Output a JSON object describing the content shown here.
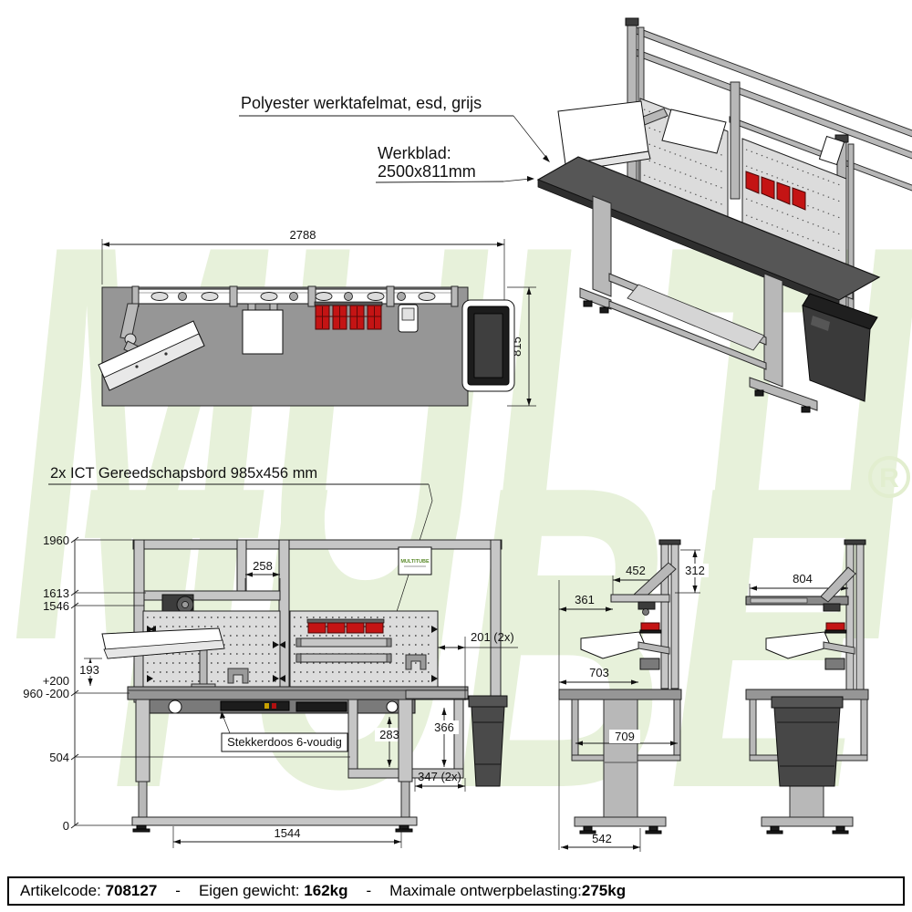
{
  "watermark": {
    "line1": "MULTI",
    "line2": "TUBE",
    "registered": "R",
    "color": "#e7f1da"
  },
  "annotations": {
    "mat": "Polyester werktafelmat, esd, grijs",
    "werkblad1": "Werkblad:",
    "werkblad2": "2500x811mm",
    "toolboard": "2x ICT Gereedschapsbord 985x456 mm",
    "socket": "Stekkerdoos 6-voudig"
  },
  "logo": {
    "sign": "MULTITUBE"
  },
  "dims": {
    "top": {
      "width": "2788",
      "depth": "815"
    },
    "front": {
      "h1960": "1960",
      "h1613": "1613",
      "h1546": "1546",
      "gap258": "258",
      "lamp193": "193",
      "plus": "+200",
      "base": "960",
      "minus": "-200",
      "rail504": "504",
      "zero": "0",
      "span1544": "1544",
      "c283": "283",
      "c366": "366",
      "o347": "347 (2x)",
      "o201": "201 (2x)"
    },
    "mid": {
      "a452": "452",
      "d312": "312",
      "s361": "361",
      "f703": "703",
      "l709": "709",
      "b542": "542"
    },
    "right": {
      "r804": "804"
    }
  },
  "footer": {
    "artikelcode_label": "Artikelcode:",
    "artikelcode_value": "708127",
    "separator": "-",
    "weight_label": "Eigen gewicht:",
    "weight_value": "162kg",
    "load_label": "Maximale ontwerpbelasting:",
    "load_value": "275kg"
  },
  "colors": {
    "watermark_green": "#e7f1da",
    "bin_red": "#c41414",
    "worktop_gray": "#969696",
    "mat_dark": "#565656"
  }
}
